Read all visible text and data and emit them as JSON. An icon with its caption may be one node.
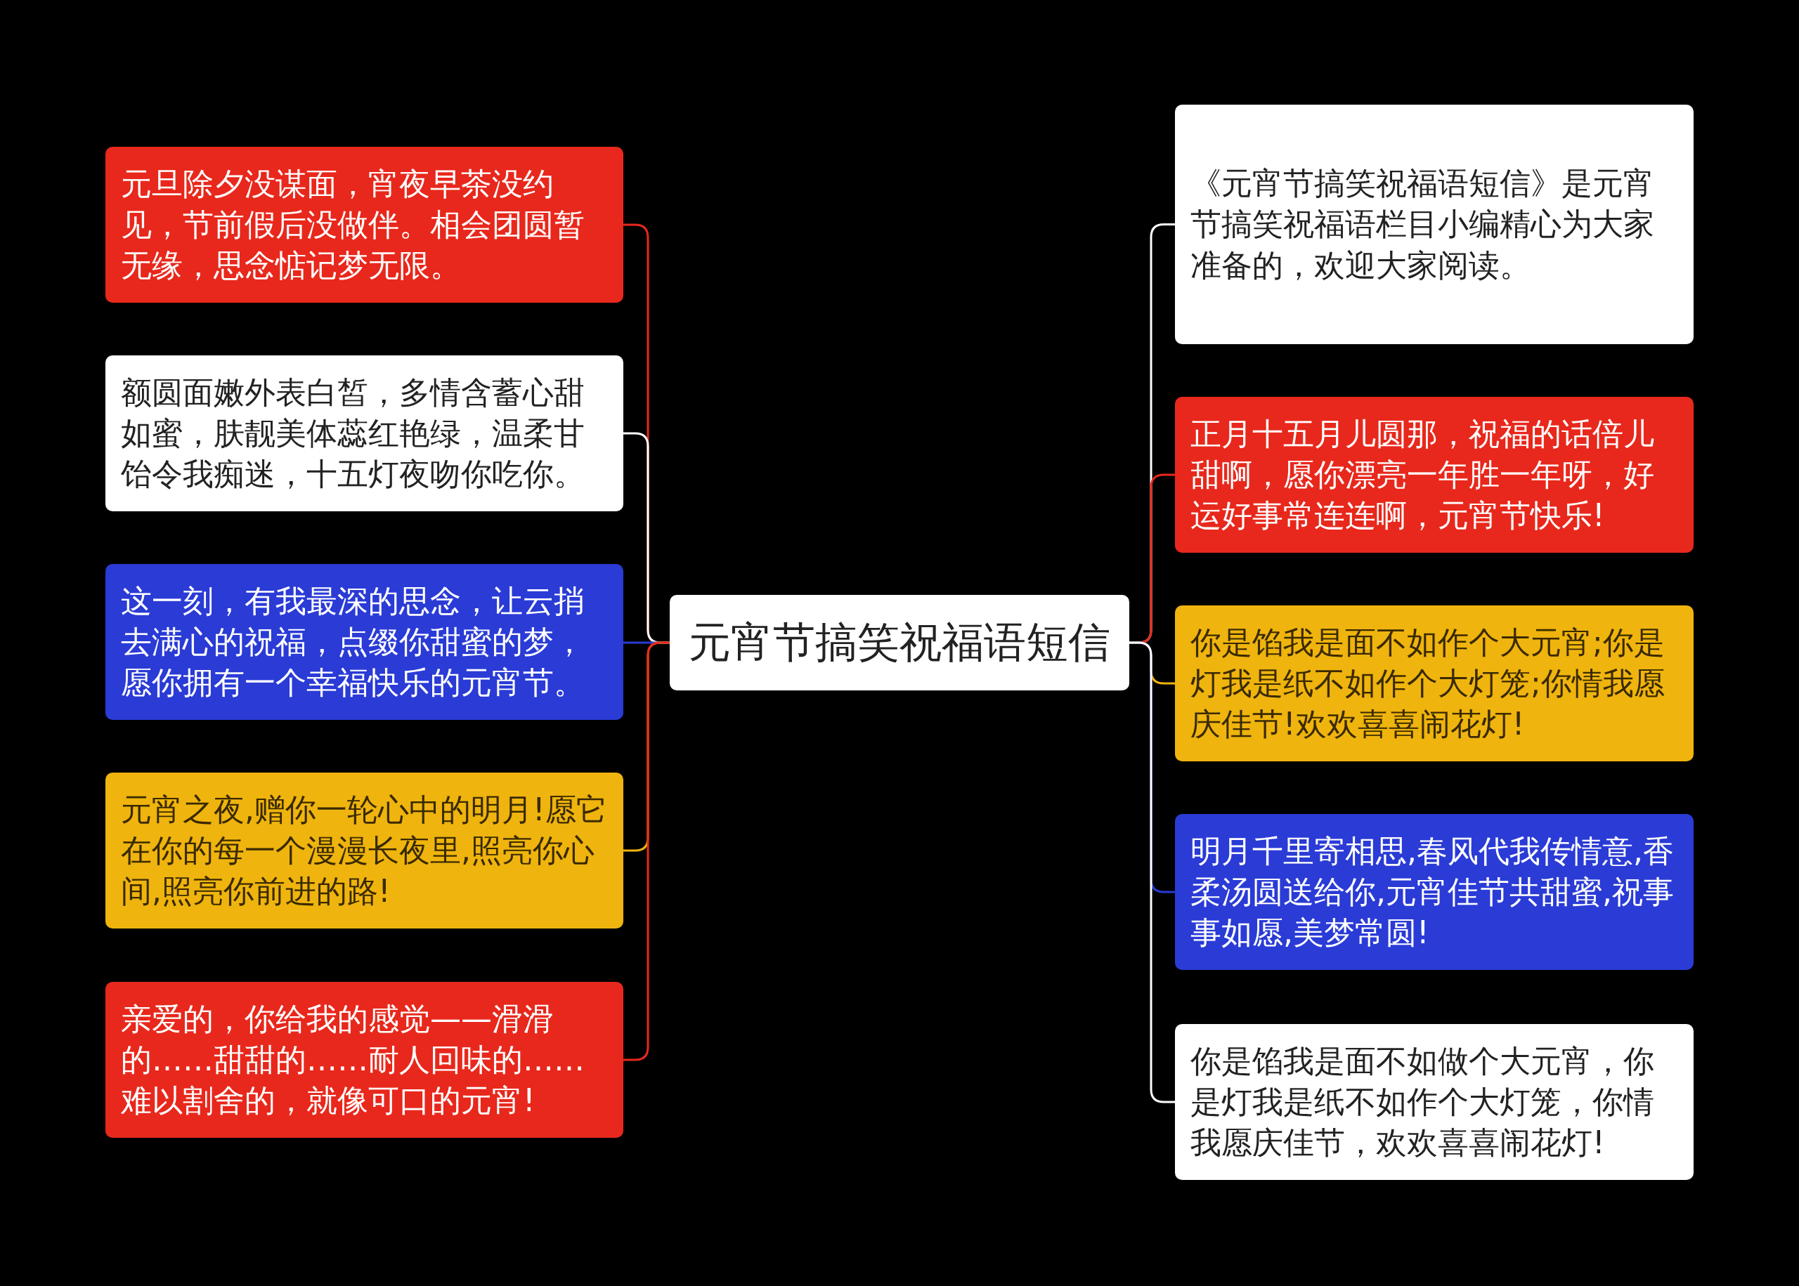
{
  "diagram": {
    "nodes": [
      {
        "text": [
          "元宵节搞笑祝福语短信"
        ]
      },
      {
        "text": [
          "元旦除夕没谋面，宵夜早茶没约见，节前假后没做伴。相会团圆暂无缘，思念惦记梦无限。"
        ]
      },
      {
        "text": [
          "额圆面嫩外表白皙，多情含蓄心甜如蜜，肤靓美体蕊红艳绿，温柔甘饴令我痴迷，十五灯夜吻你吃你。"
        ]
      },
      {
        "text": [
          "这一刻，有我最深的思念，让云捎去满心的祝福，点缀你甜蜜的梦，愿你拥有一个幸福快乐的元宵节。"
        ]
      },
      {
        "text": [
          "元宵之夜,赠你一轮心中的明月!愿它在你的每一个漫漫长夜里,照亮你心间,照亮你前进的路!"
        ]
      },
      {
        "text": [
          "亲爱的，你给我的感觉——滑滑的……甜甜的……耐人回味的……难以割舍的，就像可口的元宵!"
        ]
      },
      {
        "text": [
          "《元宵节搞笑祝福语短信》是元宵节搞笑祝福语栏目小编精心为大家准备的，欢迎大家阅读。"
        ]
      },
      {
        "text": [
          "正月十五月儿圆那，祝福的话倍儿甜啊，愿你漂亮一年胜一年呀，好运好事常连连啊，元宵节快乐!"
        ]
      },
      {
        "text": [
          "你是馅我是面不如作个大元宵;你是灯我是纸不如作个大灯笼;你情我愿庆佳节!欢欢喜喜闹花灯!"
        ]
      },
      {
        "text": [
          "明月千里寄相思,春风代我传情意,香柔汤圆送给你,元宵佳节共甜蜜,祝事事如愿,美梦常圆!"
        ]
      },
      {
        "text": [
          "你是馅我是面不如做个大元宵，你是灯我是纸不如作个大灯笼，你情我愿庆佳节，欢欢喜喜闹花灯!"
        ]
      }
    ],
    "edges": [
      {
        "from": 0,
        "to": 1,
        "arrow": "none",
        "color": "#e8281c"
      },
      {
        "from": 0,
        "to": 2,
        "arrow": "none",
        "color": "#ffffff"
      },
      {
        "from": 0,
        "to": 3,
        "arrow": "none",
        "color": "#2a3bd6"
      },
      {
        "from": 0,
        "to": 4,
        "arrow": "none",
        "color": "#efb40e"
      },
      {
        "from": 0,
        "to": 5,
        "arrow": "none",
        "color": "#e8281c"
      },
      {
        "from": 0,
        "to": 6,
        "arrow": "none",
        "color": "#ffffff"
      },
      {
        "from": 0,
        "to": 7,
        "arrow": "none",
        "color": "#e8281c"
      },
      {
        "from": 0,
        "to": 8,
        "arrow": "none",
        "color": "#efb40e"
      },
      {
        "from": 0,
        "to": 9,
        "arrow": "none",
        "color": "#2a3bd6"
      },
      {
        "from": 0,
        "to": 10,
        "arrow": "none",
        "color": "#ffffff"
      }
    ]
  }
}
